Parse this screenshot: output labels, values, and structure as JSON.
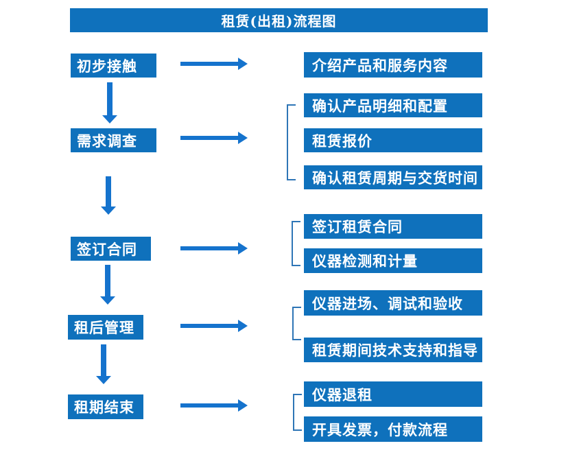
{
  "title": "租赁(出租)流程图",
  "colors": {
    "box_fill": "#0f71bc",
    "arrow": "#1573cd",
    "bracket": "#2e75b6",
    "text": "#ffffff"
  },
  "steps": [
    {
      "label": "初步接触",
      "details": [
        "介绍产品和服务内容"
      ]
    },
    {
      "label": "需求调查",
      "details": [
        "确认产品明细和配置",
        "租赁报价",
        "确认租赁周期与交货时间"
      ]
    },
    {
      "label": "签订合同",
      "details": [
        "签订租赁合同",
        "仪器检测和计量"
      ]
    },
    {
      "label": "租后管理",
      "details": [
        "仪器进场、调试和验收",
        "租赁期间技术支持和指导"
      ]
    },
    {
      "label": "租期结束",
      "details": [
        "仪器退租",
        "开具发票，付款流程"
      ]
    }
  ]
}
